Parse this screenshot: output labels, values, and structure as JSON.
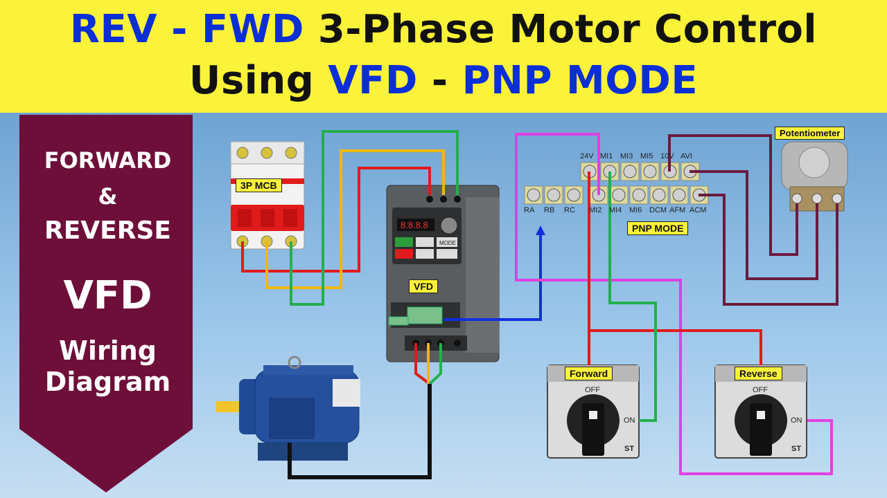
{
  "header": {
    "line1_part1": "REV",
    "line1_sep": " - ",
    "line1_part2": "FWD",
    "line1_rest": " 3-Phase Motor Control",
    "line2_part1": "Using ",
    "line2_part2": "VFD",
    "line2_sep": " - ",
    "line2_part3": "PNP MODE"
  },
  "banner": {
    "line1": "FORWARD",
    "line2": "&",
    "line3": "REVERSE",
    "line4": "VFD",
    "line5": "Wiring",
    "line6": "Diagram"
  },
  "labels": {
    "mcb": "3P MCB",
    "vfd": "VFD",
    "pnp_mode": "PNP MODE",
    "potentiometer": "Potentiometer",
    "forward": "Forward",
    "reverse": "Reverse",
    "off": "OFF",
    "on": "ON",
    "st": "ST",
    "mode": "MODE"
  },
  "terminals_top": [
    "24V",
    "MI1",
    "MI3",
    "MI5",
    "10V",
    "AVI"
  ],
  "terminals_bottom": [
    "MI2",
    "MI4",
    "MI6",
    "DCM",
    "AFM",
    "ACM"
  ],
  "relay_terminals": [
    "RA",
    "RB",
    "RC"
  ],
  "colors": {
    "title_bg": "#fbf23a",
    "title_blue": "#0a2fd6",
    "banner": "#6e0f3a",
    "wire_red": "#e01b1b",
    "wire_yellow": "#f2b705",
    "wire_green": "#22b04b",
    "wire_magenta": "#e040e0",
    "wire_blue": "#0f2fe0",
    "wire_purple": "#6a1b3d"
  }
}
